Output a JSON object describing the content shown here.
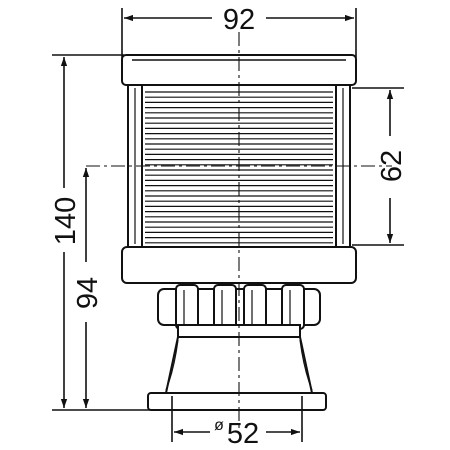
{
  "dimensions": {
    "width_top": "92",
    "lens_height": "62",
    "overall_height": "140",
    "mount_height": "94",
    "base_diameter_symbol": "ø",
    "base_diameter": "52"
  },
  "colors": {
    "line": "#111111",
    "background": "#ffffff"
  }
}
